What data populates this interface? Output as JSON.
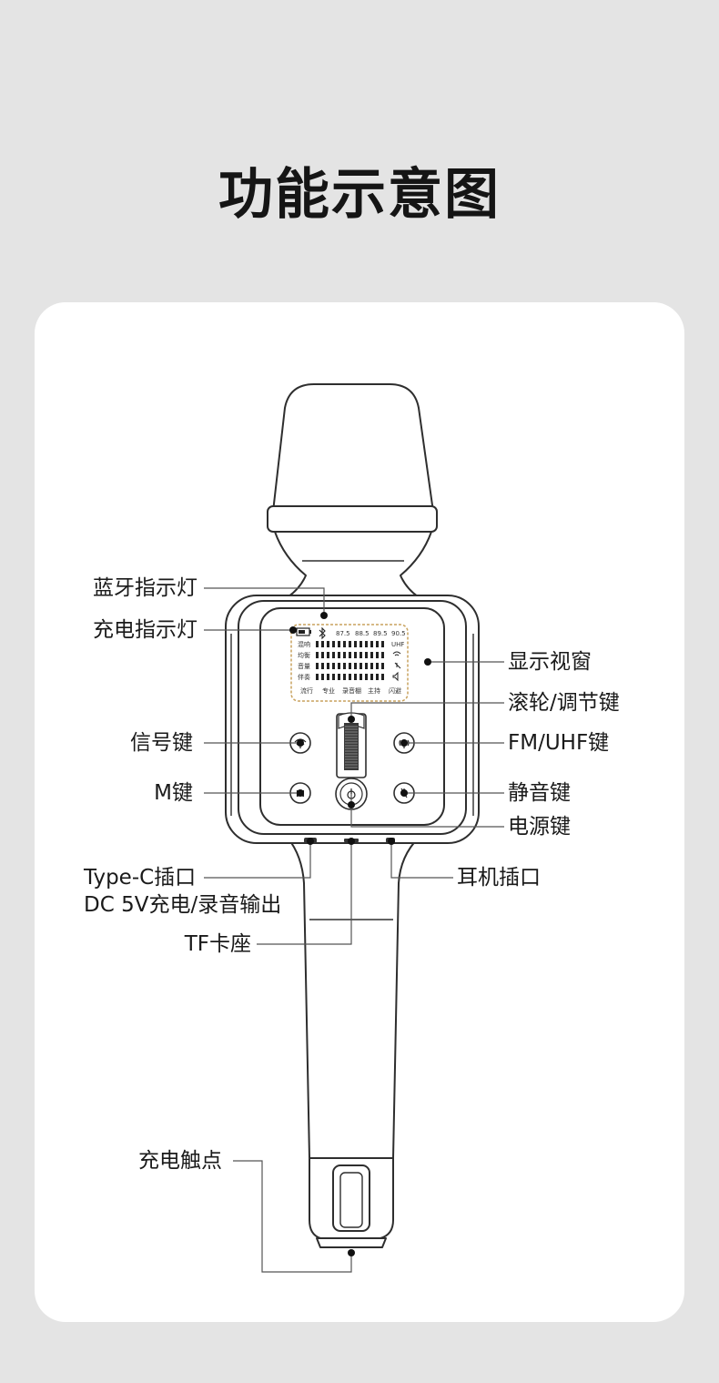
{
  "title": "功能示意图",
  "display": {
    "freqs": [
      "87.5",
      "88.5",
      "89.5",
      "90.5"
    ],
    "row_labels": [
      "混响",
      "均衡",
      "音量",
      "伴奏"
    ],
    "uhf_label": "UHF",
    "modes": [
      "流行",
      "专业",
      "录音棚",
      "主持",
      "闪避"
    ]
  },
  "buttons": {
    "m_label": "M"
  },
  "callouts": {
    "bluetooth_led": "蓝牙指示灯",
    "charge_led": "充电指示灯",
    "display_window": "显示视窗",
    "scroll_wheel": "滚轮/调节键",
    "signal_key": "信号键",
    "fm_uhf_key": "FM/UHF键",
    "m_key": "M键",
    "mute_key": "静音键",
    "power_key": "电源键",
    "type_c_line1": "Type-C插口",
    "type_c_line2": "DC 5V充电/录音输出",
    "earphone_jack": "耳机插口",
    "tf_slot": "TF卡座",
    "charge_contacts": "充电触点"
  }
}
